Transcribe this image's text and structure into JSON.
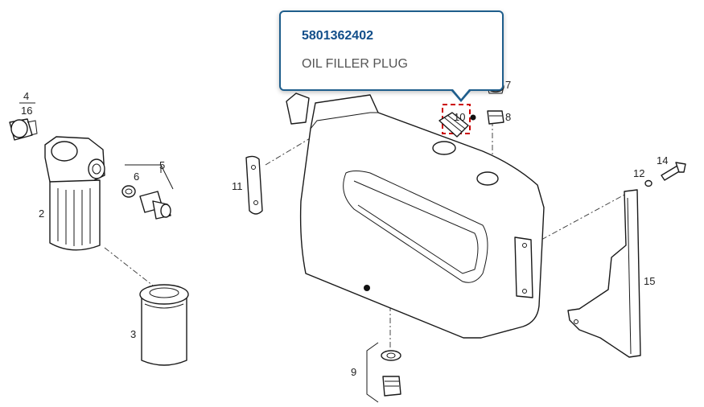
{
  "tooltip": {
    "part_number": "5801362402",
    "description": "OIL FILLER PLUG"
  },
  "callouts": {
    "c4": "4",
    "c16": "16",
    "c2": "2",
    "c3": "3",
    "c5": "5",
    "c6": "6",
    "c7": "7",
    "c8": "8",
    "c9": "9",
    "c10": "10",
    "c11": "11",
    "c12": "12",
    "c14": "14",
    "c15": "15"
  },
  "colors": {
    "accent": "#124e8a",
    "highlight": "#cc0000"
  }
}
